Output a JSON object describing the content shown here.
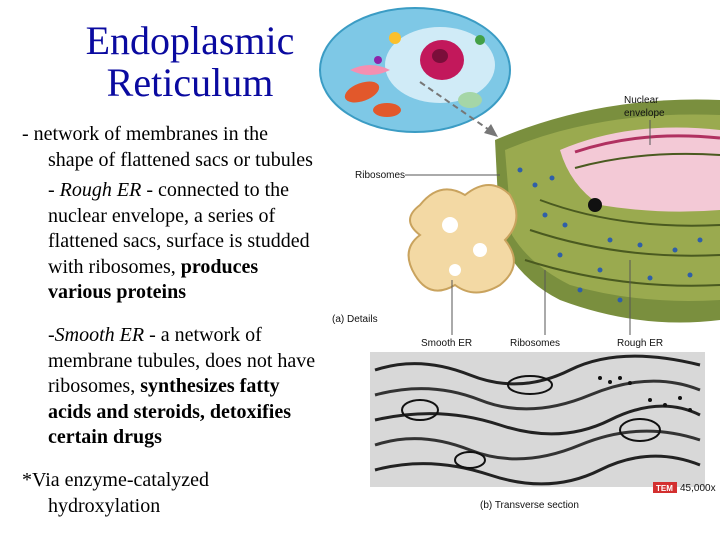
{
  "title_line1": "Endoplasmic",
  "title_line2": "Reticulum",
  "intro_line1": "- network of membranes in the",
  "intro_line2": "shape of flattened sacs or tubules",
  "rough_prefix": "- ",
  "rough_term": "Rough ER",
  "rough_line1_rest": " - connected to the",
  "rough_line2": "nuclear envelope, a series of",
  "rough_line3": "flattened sacs, surface is studded",
  "rough_line4_a": "with ribosomes, ",
  "rough_line4_b": "produces",
  "rough_line5": "various proteins",
  "smooth_prefix": "-",
  "smooth_term": "Smooth ER",
  "smooth_line1_rest": " - a network of",
  "smooth_line2": "membrane tubules, does not have",
  "smooth_line3_a": "ribosomes, ",
  "smooth_line3_b": "synthesizes fatty",
  "smooth_line4": "acids and steroids, detoxifies",
  "smooth_line5": "certain drugs",
  "note_line1": "*Via enzyme-catalyzed",
  "note_line2": "hydroxylation",
  "figure": {
    "nuclear_envelope_l1": "Nuclear",
    "nuclear_envelope_l2": "envelope",
    "ribosomes_top": "Ribosomes",
    "details": "(a) Details",
    "smooth_er": "Smooth ER",
    "ribosomes_bottom": "Ribosomes",
    "rough_er": "Rough ER",
    "tem": "TEM",
    "magnification": "45,000x",
    "transverse": "(b) Transverse section"
  }
}
